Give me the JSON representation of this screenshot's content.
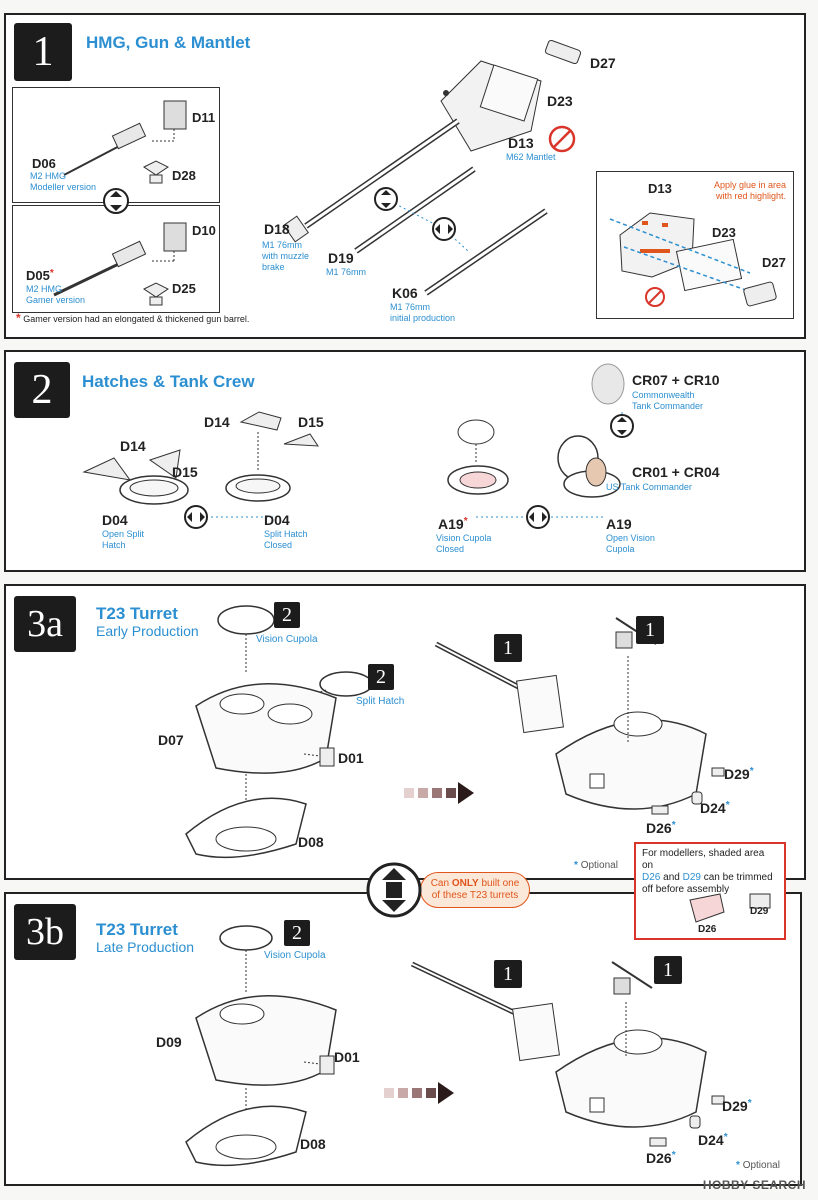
{
  "step1": {
    "num": "1",
    "title": "HMG, Gun & Mantlet",
    "parts": {
      "d11": "D11",
      "d28": "D28",
      "d06": "D06",
      "d06_cap": "M2 HMG\nModeller version",
      "d10": "D10",
      "d25": "D25",
      "d05": "D05",
      "d05_star": "*",
      "d05_cap": "M2 HMG\nGamer version",
      "d27": "D27",
      "d23": "D23",
      "d13": "D13",
      "d13_cap": "M62 Mantlet",
      "d18": "D18",
      "d18_cap": "M1 76mm\nwith muzzle\nbrake",
      "d19": "D19",
      "d19_cap": "M1 76mm",
      "k06": "K06",
      "k06_cap": "M1 76mm\ninitial production"
    },
    "footnote_star": "*",
    "footnote": "Gamer version had an elongated & thickened gun barrel.",
    "inset": {
      "d13": "D13",
      "d23": "D23",
      "d27": "D27",
      "note": "Apply glue in area\nwith red highlight."
    }
  },
  "step2": {
    "num": "2",
    "title": "Hatches & Tank Crew",
    "parts": {
      "d14a": "D14",
      "d15a": "D15",
      "d04a": "D04",
      "d04a_cap": "Open Split\nHatch",
      "d14b": "D14",
      "d15b": "D15",
      "d04b": "D04",
      "d04b_cap": "Split Hatch\nClosed",
      "a19a": "A19",
      "a19a_star": "*",
      "a19a_cap": "Vision Cupola\nClosed",
      "a19b": "A19",
      "a19b_cap": "Open Vision\nCupola",
      "cr07": "CR07 + CR10",
      "cr07_cap": "Commonwealth\nTank Commander",
      "cr01": "CR01 + CR04",
      "cr01_cap": "US Tank Commander"
    }
  },
  "step3a": {
    "num": "3a",
    "title": "T23 Turret",
    "subtitle": "Early Production",
    "badge_vision": "2",
    "vision_cap": "Vision Cupola",
    "badge_split": "2",
    "split_cap": "Split Hatch",
    "d07": "D07",
    "d01": "D01",
    "d08": "D08",
    "badge_gun": "1",
    "badge_hmg": "1",
    "d29": "D29",
    "d24": "D24",
    "d26": "D26",
    "star": "*",
    "optional": "Optional"
  },
  "center_note": {
    "pre": "Can ",
    "bold": "ONLY",
    "post": " built one\nof these T23 turrets"
  },
  "modeller_note": {
    "line1": "For modellers, shaded area on",
    "d26": "D26",
    "and": " and ",
    "d29": "D29",
    "line2": " can be trimmed\noff before assembly",
    "lbl_d26": "D26",
    "lbl_d29": "D29"
  },
  "step3b": {
    "num": "3b",
    "title": "T23 Turret",
    "subtitle": "Late Production",
    "badge_vision": "2",
    "vision_cap": "Vision Cupola",
    "d09": "D09",
    "d01": "D01",
    "d08": "D08",
    "badge_gun": "1",
    "badge_hmg": "1",
    "d29": "D29",
    "d24": "D24",
    "d26": "D26",
    "star": "*",
    "optional": "Optional"
  },
  "watermark": "HOBBY SEARCH"
}
